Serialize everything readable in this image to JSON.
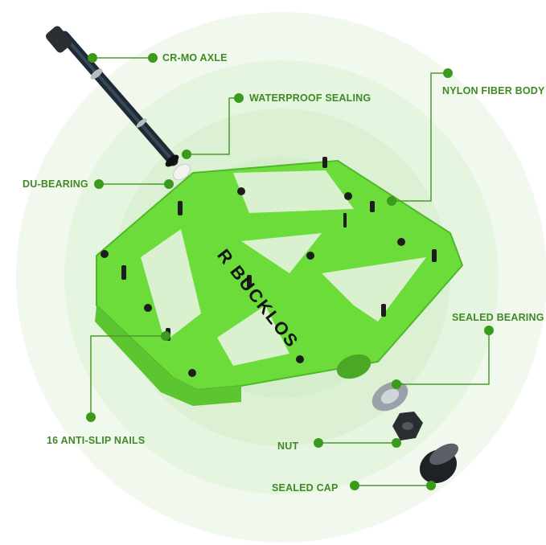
{
  "brand": {
    "logo_text": "R BUCKLOS",
    "accent_color": "#3f8a25",
    "dot_color": "#3a9a1c",
    "pedal_color": "#6bdc3a"
  },
  "callouts": [
    {
      "id": "cr-mo-axle",
      "label": "CR-MO AXLE"
    },
    {
      "id": "waterproof-sealing",
      "label": "WATERPROOF SEALING"
    },
    {
      "id": "nylon-fiber-body",
      "label": "NYLON FIBER BODY"
    },
    {
      "id": "du-bearing",
      "label": "DU-BEARING"
    },
    {
      "id": "sealed-bearing",
      "label": "SEALED BEARING"
    },
    {
      "id": "anti-slip-nails",
      "label": "16 ANTI-SLIP NAILS"
    },
    {
      "id": "nut",
      "label": "NUT"
    },
    {
      "id": "sealed-cap",
      "label": "SEALED CAP"
    }
  ]
}
